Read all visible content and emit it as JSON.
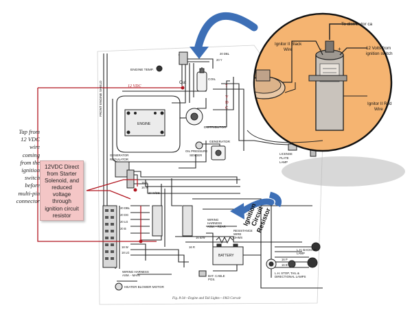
{
  "side_note": {
    "lines": [
      "Tap from",
      "12 VDC",
      "wire",
      "coming",
      "from the",
      "ignition",
      "switch",
      "before",
      "multi-pin",
      "connector"
    ]
  },
  "direct_box": {
    "lines": [
      "12VDC Direct",
      "from Starter",
      "Solenoid, and",
      "reduced",
      "voltage",
      "through",
      "ignition circuit",
      "resistor"
    ]
  },
  "overlay_labels": {
    "cut": "Cut",
    "twelve_vdc_left": "12 VDC",
    "seven_vdc": [
      "7",
      "V",
      "D",
      "C"
    ],
    "ignition_resistor": [
      "Ignition",
      "Circuit",
      "Resistor"
    ]
  },
  "inset": {
    "to_distributor": "To distributor ca",
    "ignitor_black": [
      "Ignitor II Black",
      "Wire"
    ],
    "twelve_volts": [
      "12 Volts from",
      "ignition switch"
    ],
    "ignitor_red": [
      "Ignitor II Red",
      "Wire"
    ],
    "minus": "-",
    "plus": "+"
  },
  "schematic": {
    "vertical_left": "FRONT ENGINE SHIELD",
    "engine_temp": "ENGINE TEMP.",
    "coil": "COIL",
    "engine": "ENGINE",
    "distributor": "DISTRIBUTOR",
    "generator": "GENERATOR",
    "oil_pressure": [
      "OIL PRESSURE",
      "SENDER"
    ],
    "generator_regulator": [
      "GENERATOR",
      "REGULATOR"
    ],
    "license_lamp": [
      "LICENSE",
      "PLATE",
      "LAMP"
    ],
    "wiring_rear": [
      "WIRING",
      "HARNESS",
      "ASM. - REAR"
    ],
    "resistance_wire": [
      "RESISTANCE",
      "WIRE",
      "OHMS"
    ],
    "battery": "BATTERY",
    "bat_cable": [
      "BAT. CABLE",
      "POS."
    ],
    "wiring_main": [
      "WIRING HARNESS",
      "ASM. - MAIN"
    ],
    "heater_motor": "HEATER BLOWER MOTOR",
    "lh_backing": [
      "L.H. BACKING",
      "LAMP"
    ],
    "lh_stop": [
      "L.H. STOP, TAIL &",
      "DIRECTIONAL LAMPS"
    ],
    "wire_tags": [
      "20 DBL",
      "20 Y",
      "16 B",
      "16 W",
      "20 W/DB",
      "20 DBL",
      "20 DG",
      "20 LG",
      "20 B",
      "18 W",
      "18 LG",
      "16 B/W",
      "16 R",
      "16 P",
      "16 B"
    ]
  },
  "caption": "Fig. 8-34—Engine and Tail Lights—1963 Corvair",
  "colors": {
    "annotation_red": "#b0141e",
    "arrow_blue": "#3d6fb6",
    "inset_bg": "#f5b471",
    "box_fill": "#f4c6c6"
  }
}
